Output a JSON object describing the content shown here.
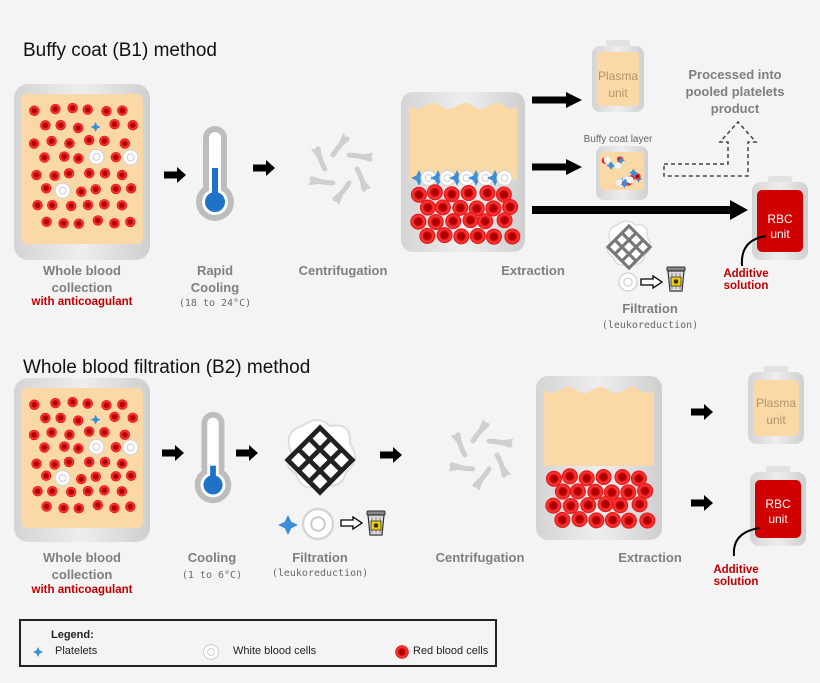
{
  "b1": {
    "title": "Buffy coat (B1) method",
    "whole_blood": [
      "Whole blood",
      "collection"
    ],
    "anticoag": "with anticoagulant",
    "cooling": [
      "Rapid",
      "Cooling"
    ],
    "cooling_temp": "(18 to 24°C)",
    "centrifugation": "Centrifugation",
    "extraction": "Extraction",
    "plasma": [
      "Plasma",
      "unit"
    ],
    "buffy_layer": "Buffy coat layer",
    "processed": [
      "Processed into",
      "pooled platelets",
      "product"
    ],
    "rbc": [
      "RBC",
      "unit"
    ],
    "additive": [
      "Additive",
      "solution"
    ],
    "filtration": "Filtration",
    "filtration_sub": "(leukoreduction)"
  },
  "b2": {
    "title": "Whole blood filtration (B2) method",
    "whole_blood": [
      "Whole blood",
      "collection"
    ],
    "anticoag": "with anticoagulant",
    "cooling": "Cooling",
    "cooling_temp": "(1 to 6°C)",
    "filtration": "Filtration",
    "filtration_sub": "(leukoreduction)",
    "centrifugation": "Centrifugation",
    "extraction": "Extraction",
    "plasma": [
      "Plasma",
      "unit"
    ],
    "rbc": [
      "RBC",
      "unit"
    ],
    "additive": [
      "Additive",
      "solution"
    ]
  },
  "legend": {
    "title": "Legend:",
    "platelets": "Platelets",
    "wbc": "White blood cells",
    "rbc": "Red blood cells"
  },
  "colors": {
    "rbc": "#e02020",
    "plasma": "#fbd9a6",
    "platelet": "#3a8fd8",
    "additive_text": "#c00000",
    "rbc_bag": "#d10000"
  }
}
